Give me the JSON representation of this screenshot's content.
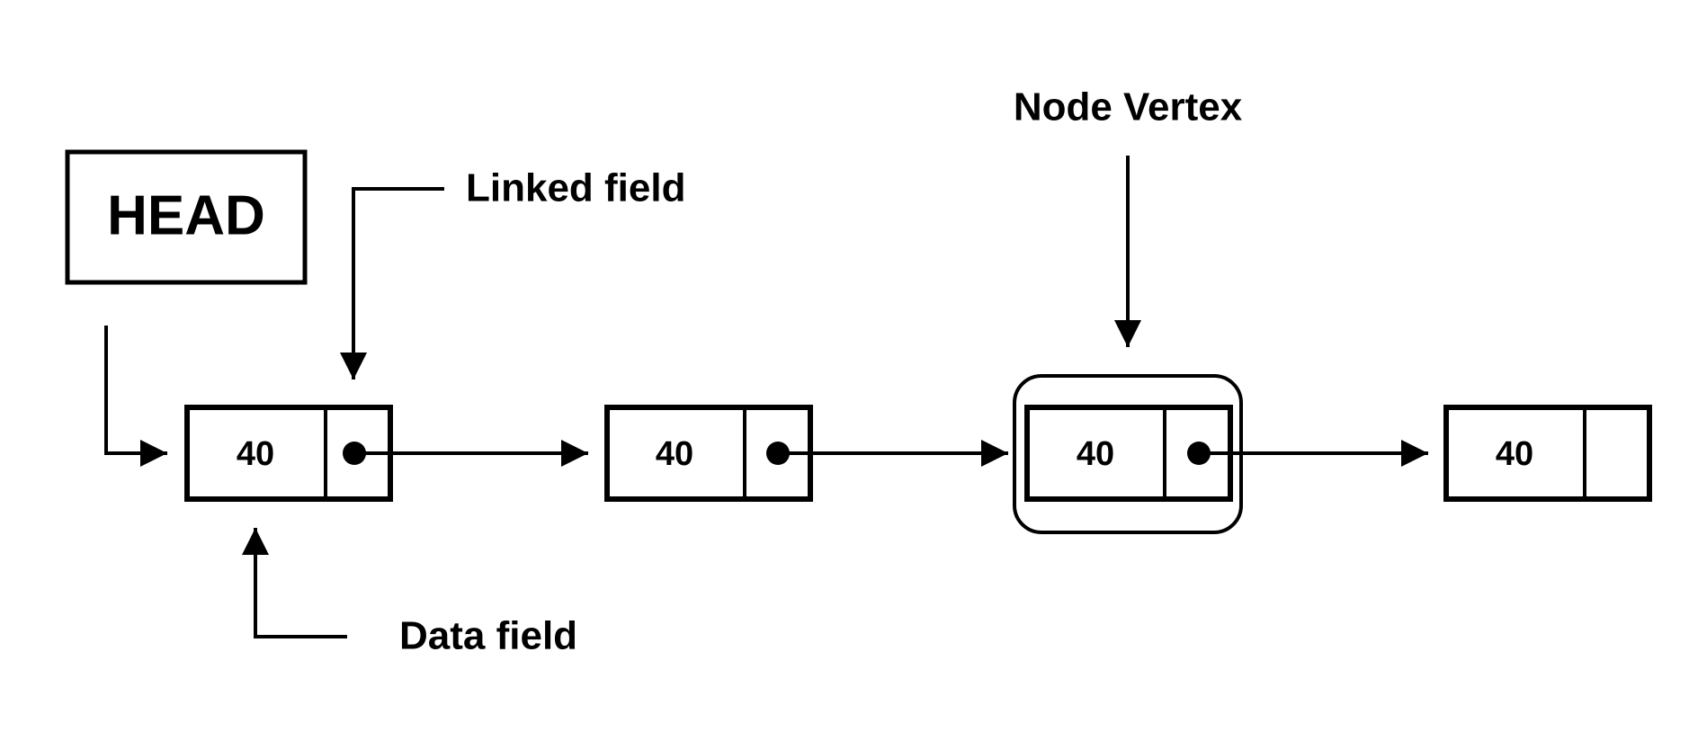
{
  "head_label": "HEAD",
  "annotations": {
    "linked_field": "Linked field",
    "data_field": "Data field",
    "node_vertex": "Node Vertex"
  },
  "nodes": [
    {
      "value": "40",
      "has_link": true,
      "highlighted": false
    },
    {
      "value": "40",
      "has_link": true,
      "highlighted": false
    },
    {
      "value": "40",
      "has_link": true,
      "highlighted": true
    },
    {
      "value": "40",
      "has_link": false,
      "highlighted": false
    }
  ],
  "colors": {
    "stroke": "#000000",
    "background": "#ffffff"
  }
}
